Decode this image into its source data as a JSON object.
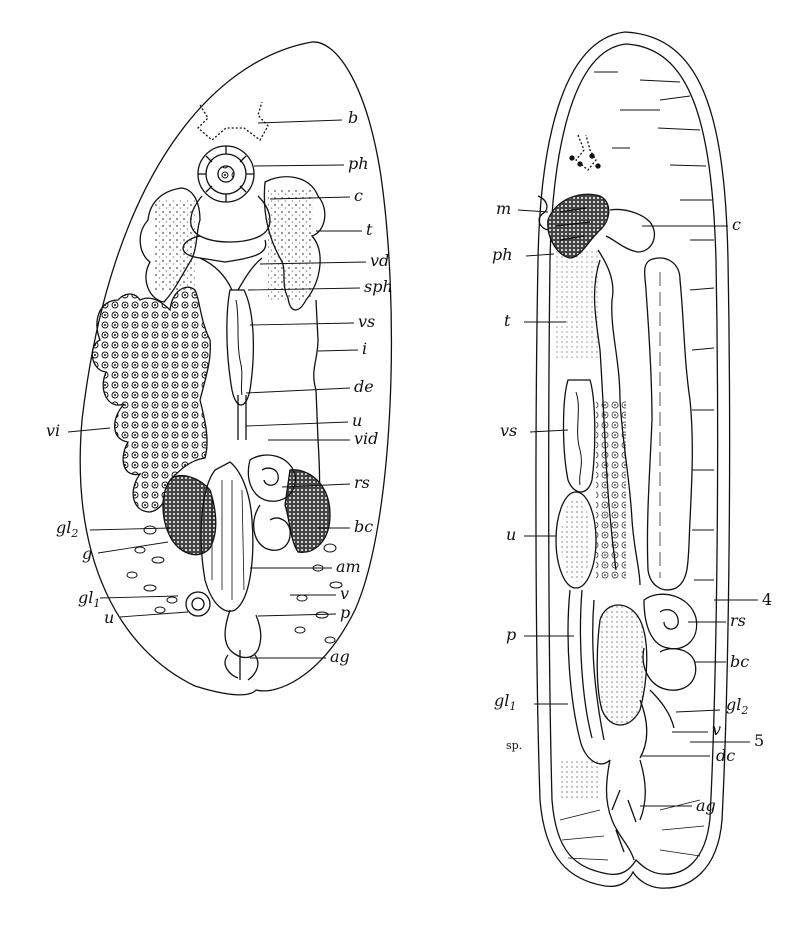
{
  "labels": {
    "left": {
      "b": "b",
      "ph": "ph",
      "c": "c",
      "t": "t",
      "vd": "vd",
      "sph": "sph",
      "vs": "vs",
      "i": "i",
      "de": "de",
      "u_right": "u",
      "vid": "vid",
      "rs": "rs",
      "bc": "bc",
      "am": "am",
      "v": "v",
      "p": "p",
      "ag": "ag",
      "vi": "vi",
      "gl2_base": "gl",
      "gl2_sub": "2",
      "g": "g",
      "gl1_base": "gl",
      "gl1_sub": "1",
      "u_left": "u"
    },
    "right": {
      "m": "m",
      "ph": "ph",
      "t": "t",
      "vs": "vs",
      "u": "u",
      "p": "p",
      "gl1_base": "gl",
      "gl1_sub": "1",
      "sp": "sp.",
      "c": "c",
      "n4": "4",
      "rs": "rs",
      "bc": "bc",
      "gl2_base": "gl",
      "gl2_sub": "2",
      "v": "v",
      "n5": "5",
      "dc": "dc",
      "ag": "ag"
    }
  }
}
